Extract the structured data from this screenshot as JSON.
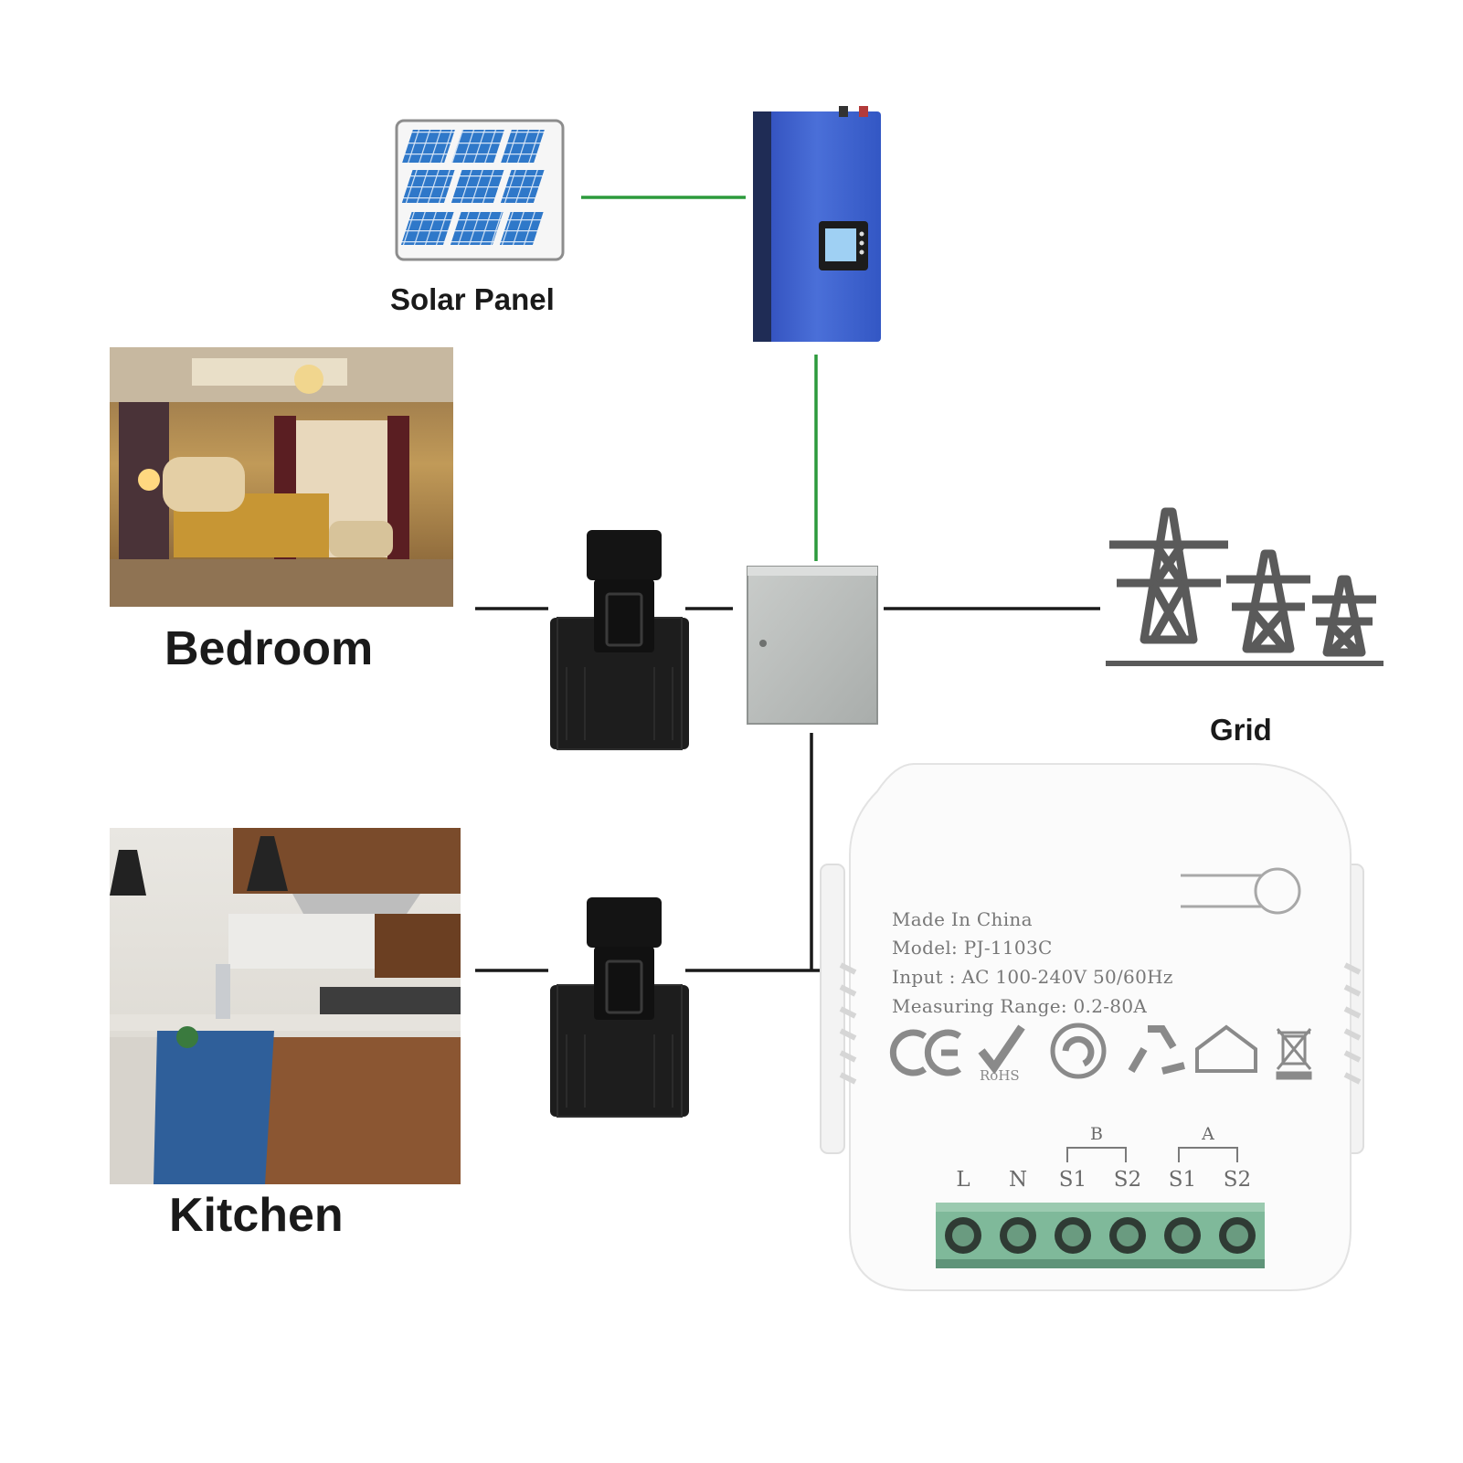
{
  "labels": {
    "solar_panel": "Solar Panel",
    "bedroom": "Bedroom",
    "kitchen": "Kitchen",
    "grid": "Grid"
  },
  "meter": {
    "made_in": "Made In China",
    "model": "Model: PJ-1103C",
    "input": "Input : AC 100-240V 50/60Hz",
    "measuring_range": "Measuring Range: 0.2-80A",
    "rohs": "RoHS",
    "terminals": [
      "L",
      "N",
      "S1",
      "S2",
      "S1",
      "S2"
    ],
    "groups": [
      "B",
      "A"
    ]
  },
  "colors": {
    "ac_wire": "#1a1a1a",
    "dc_wire": "#2c9a3c",
    "inverter": "#3a5ec8",
    "terminal_block": "#7fb99a"
  }
}
